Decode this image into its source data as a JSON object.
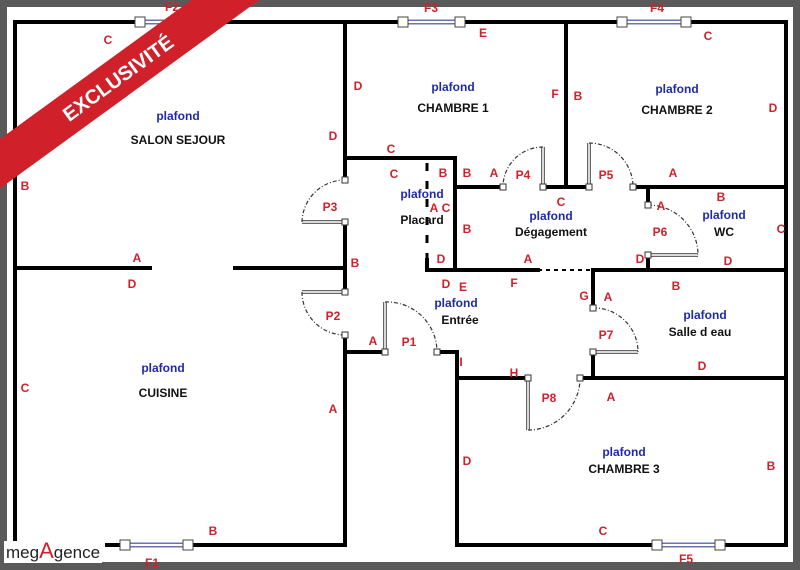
{
  "banner": {
    "text": "EXCLUSIVITÉ",
    "color": "#d0202a"
  },
  "logo": {
    "pre": "meg",
    "accent": "A",
    "post": "gence",
    "accent_color": "#d0202a"
  },
  "ceiling_label": "plafond",
  "rooms": {
    "salon": "SALON SEJOUR",
    "chambre1": "CHAMBRE 1",
    "chambre2": "CHAMBRE 2",
    "placard": "Placard",
    "degagement": "Dégagement",
    "wc": "WC",
    "entree": "Entrée",
    "salle_eau": "Salle d eau",
    "cuisine": "CUISINE",
    "chambre3": "CHAMBRE 3"
  },
  "windows": [
    "F1",
    "F2",
    "F3",
    "F4",
    "F5"
  ],
  "doors": [
    "P1",
    "P2",
    "P3",
    "P4",
    "P5",
    "P6",
    "P7",
    "P8"
  ],
  "wall_letters": {
    "salon": [
      "C",
      "D",
      "A",
      "B"
    ],
    "chambre1": [
      "E",
      "F",
      "D",
      "C"
    ],
    "chambre2": [
      "C",
      "B",
      "D",
      "A"
    ],
    "placard": [
      "C",
      "B",
      "A",
      "C",
      "D"
    ],
    "degagement": [
      "B",
      "A",
      "C",
      "B",
      "A",
      "D"
    ],
    "wc": [
      "B",
      "C",
      "D",
      "A"
    ],
    "entree": [
      "B",
      "D",
      "E",
      "F",
      "G",
      "A",
      "I",
      "H"
    ],
    "salle_eau": [
      "A",
      "B",
      "D"
    ],
    "cuisine": [
      "D",
      "C",
      "A",
      "B"
    ],
    "chambre3": [
      "A",
      "D",
      "B",
      "C"
    ]
  },
  "colors": {
    "letters": "#d0202a",
    "ceiling": "#1f2aa8",
    "walls": "#000000",
    "frame": "#5a5a5a"
  }
}
